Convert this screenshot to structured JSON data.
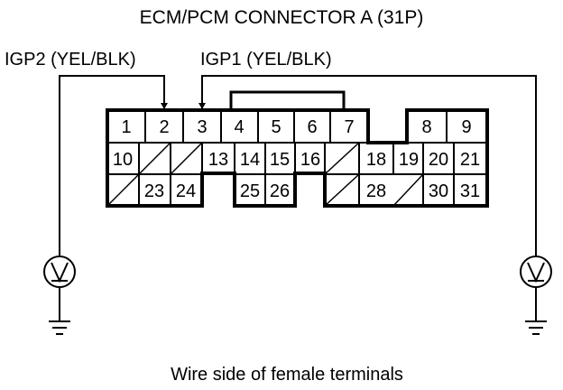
{
  "diagram": {
    "title": "ECM/PCM CONNECTOR A (31P)",
    "caption": "Wire side of female terminals",
    "wire_labels": {
      "igp2": "IGP2 (YEL/BLK)",
      "igp1": "IGP1 (YEL/BLK)"
    },
    "voltmeter_icon": "voltmeter-icon",
    "ground_icon": "ground-icon",
    "pins": [
      {
        "id": "1",
        "label": "1"
      },
      {
        "id": "2",
        "label": "2"
      },
      {
        "id": "3",
        "label": "3"
      },
      {
        "id": "4",
        "label": "4"
      },
      {
        "id": "5",
        "label": "5"
      },
      {
        "id": "6",
        "label": "6"
      },
      {
        "id": "7",
        "label": "7"
      },
      {
        "id": "8",
        "label": "8"
      },
      {
        "id": "9",
        "label": "9"
      },
      {
        "id": "10",
        "label": "10"
      },
      {
        "id": "13",
        "label": "13"
      },
      {
        "id": "14",
        "label": "14"
      },
      {
        "id": "15",
        "label": "15"
      },
      {
        "id": "16",
        "label": "16"
      },
      {
        "id": "18",
        "label": "18"
      },
      {
        "id": "19",
        "label": "19"
      },
      {
        "id": "20",
        "label": "20"
      },
      {
        "id": "21",
        "label": "21"
      },
      {
        "id": "23",
        "label": "23"
      },
      {
        "id": "24",
        "label": "24"
      },
      {
        "id": "25",
        "label": "25"
      },
      {
        "id": "26",
        "label": "26"
      },
      {
        "id": "28",
        "label": "28"
      },
      {
        "id": "30",
        "label": "30"
      },
      {
        "id": "31",
        "label": "31"
      }
    ]
  }
}
